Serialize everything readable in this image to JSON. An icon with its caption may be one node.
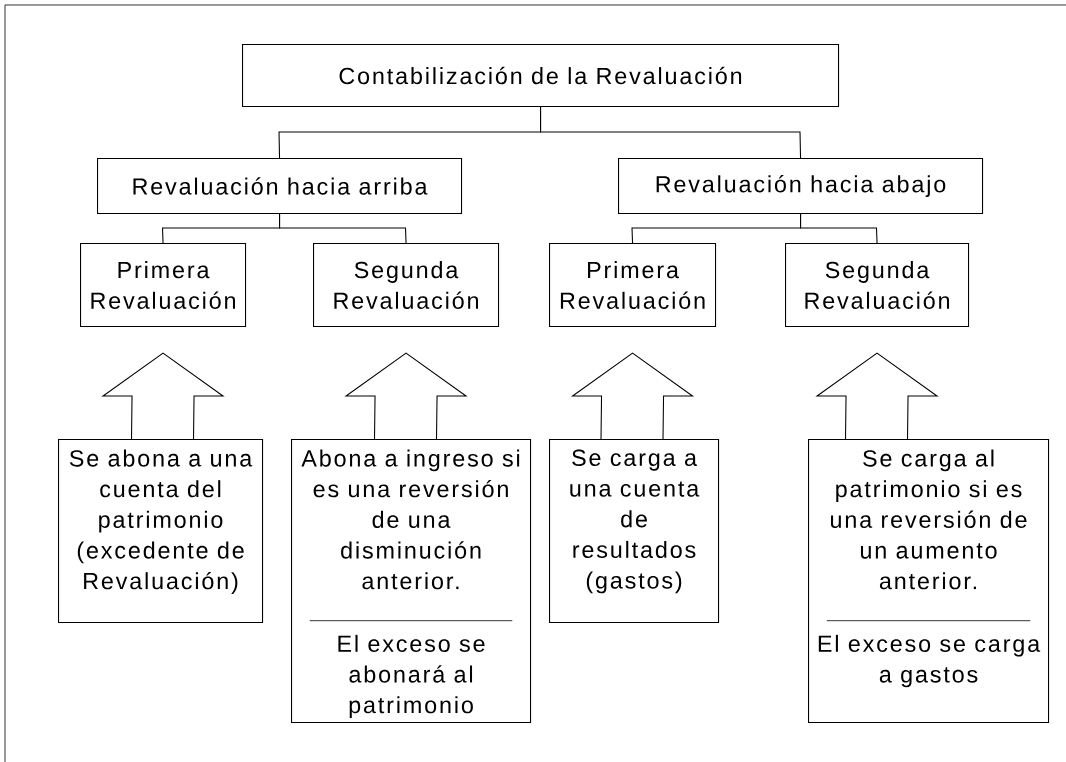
{
  "diagram": {
    "nodes": [
      {
        "text": [
          "Contabilización de la Revaluación"
        ]
      },
      {
        "text": [
          "Revaluación hacia arriba"
        ]
      },
      {
        "text": [
          "Revaluación hacia abajo"
        ]
      },
      {
        "text": [
          "Primera Revaluación"
        ]
      },
      {
        "text": [
          "Segunda Revaluación"
        ]
      },
      {
        "text": [
          "Primera Revaluación"
        ]
      },
      {
        "text": [
          "Segunda Revaluación"
        ]
      },
      {
        "text": [
          "Se abona a una cuenta del patrimonio (excedente de Revaluación)"
        ]
      },
      {
        "text": [
          "Abona a ingreso si es una reversión de una disminución anterior.",
          "El exceso se abonará al patrimonio"
        ]
      },
      {
        "text": [
          "Se carga a una cuenta de resultados (gastos)"
        ]
      },
      {
        "text": [
          "Se carga al patrimonio si es una reversión de un aumento anterior.",
          "El exceso se carga a gastos"
        ]
      }
    ],
    "edges": [
      {
        "from": 0,
        "to": 1,
        "arrow": "none"
      },
      {
        "from": 0,
        "to": 2,
        "arrow": "none"
      },
      {
        "from": 1,
        "to": 3,
        "arrow": "none"
      },
      {
        "from": 1,
        "to": 4,
        "arrow": "none"
      },
      {
        "from": 2,
        "to": 5,
        "arrow": "none"
      },
      {
        "from": 2,
        "to": 6,
        "arrow": "none"
      },
      {
        "from": 7,
        "to": 3,
        "arrow": "to"
      },
      {
        "from": 8,
        "to": 4,
        "arrow": "to"
      },
      {
        "from": 9,
        "to": 5,
        "arrow": "to"
      },
      {
        "from": 10,
        "to": 6,
        "arrow": "to"
      }
    ]
  }
}
